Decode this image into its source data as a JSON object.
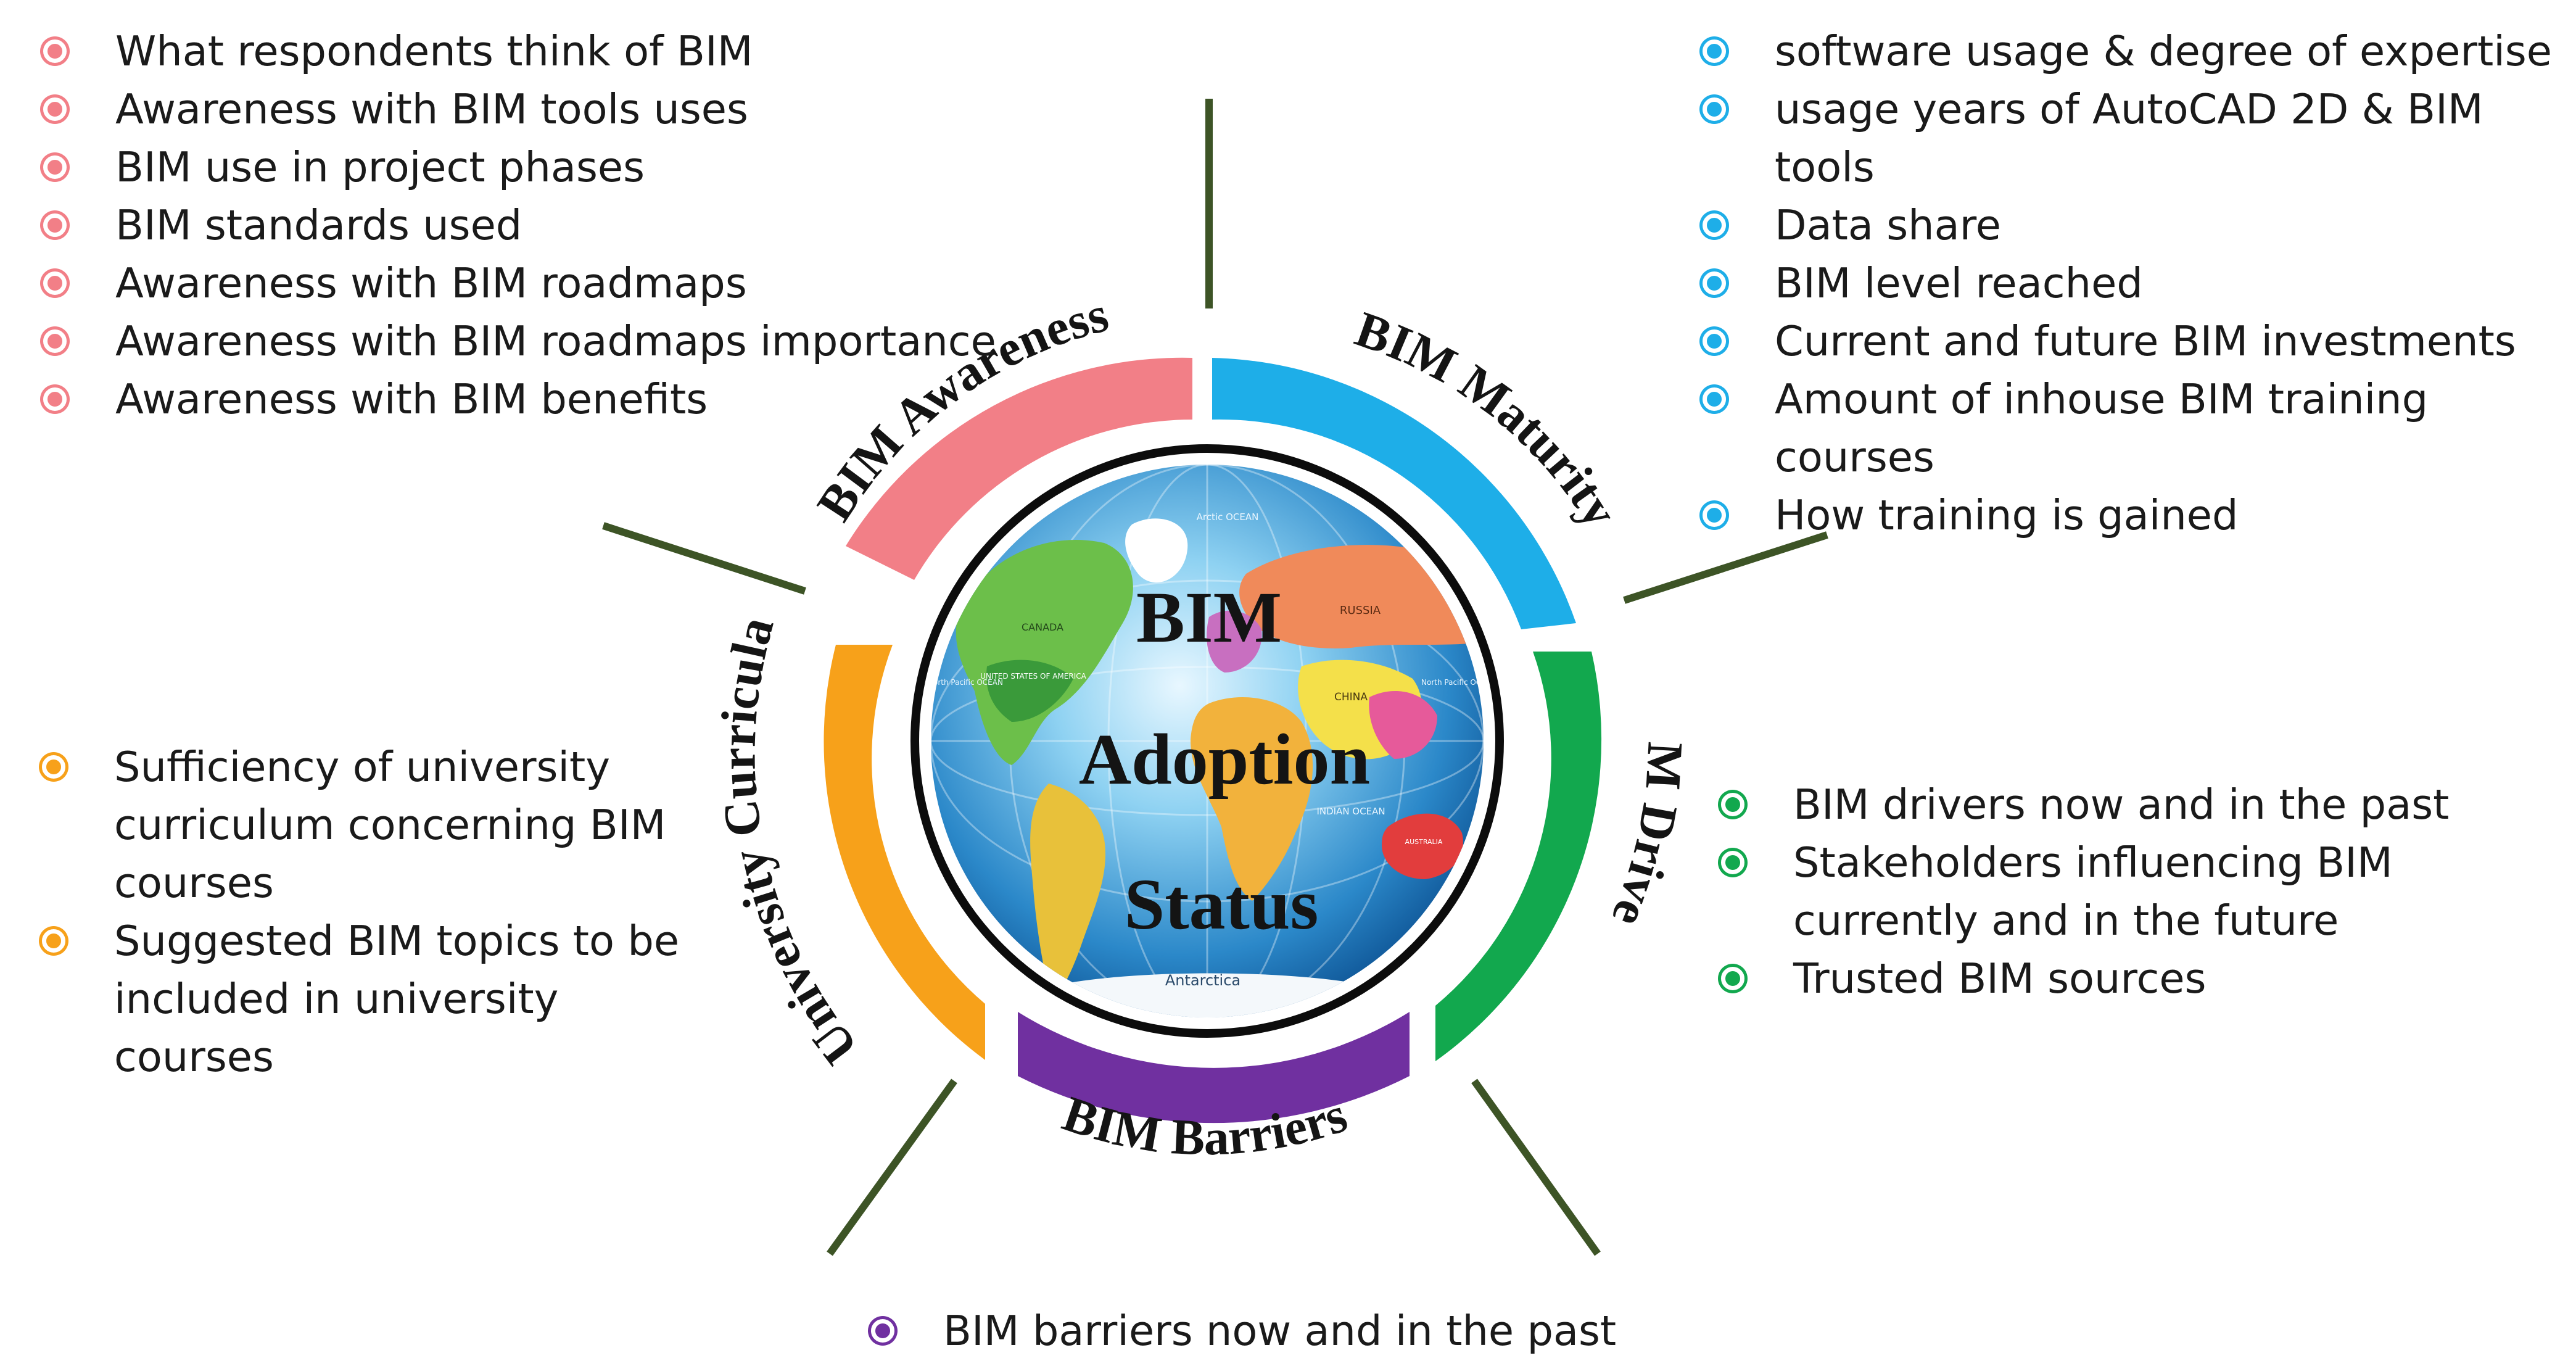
{
  "center": {
    "lines": [
      "BIM",
      "Adoption",
      "Status"
    ]
  },
  "map_labels": {
    "arctic": "Arctic OCEAN",
    "russia": "RUSSIA",
    "canada": "CANADA",
    "usa": "UNITED STATES OF AMERICA",
    "china": "CHINA",
    "indian": "INDIAN OCEAN",
    "australia": "AUSTRALIA",
    "north_pacific": "North Pacific OCEAN",
    "north_pacific_right": "North Pacific OCEAN",
    "antarctica": "Antarctica"
  },
  "colors": {
    "awareness": "#f27f87",
    "maturity": "#1eaee8",
    "drivers": "#12a84e",
    "barriers": "#7030a0",
    "curricula": "#f7a11a",
    "spoke": "#3d5426"
  },
  "segments": [
    {
      "id": "awareness",
      "title": "BIM Awareness",
      "items": [
        "What respondents think of BIM",
        "Awareness with BIM tools uses",
        "BIM use in project phases",
        "BIM standards used",
        "Awareness with BIM roadmaps",
        "Awareness with BIM roadmaps importance",
        "Awareness with BIM benefits"
      ]
    },
    {
      "id": "maturity",
      "title": "BIM Maturity",
      "items": [
        "software usage & degree of expertise",
        "usage years of AutoCAD 2D & BIM tools",
        "Data share",
        "BIM level reached",
        "Current and future BIM investments",
        "Amount of inhouse BIM training courses",
        "How training is gained"
      ]
    },
    {
      "id": "drivers",
      "title": "BIM Drivers",
      "items": [
        "BIM drivers now and in the past",
        "Stakeholders influencing BIM currently and in the future",
        "Trusted BIM sources"
      ]
    },
    {
      "id": "barriers",
      "title": "BIM Barriers",
      "items": [
        "BIM barriers now and in the past"
      ]
    },
    {
      "id": "curricula",
      "title": "University Curricula",
      "items": [
        "Sufficiency of university curriculum concerning BIM courses",
        "Suggested BIM topics to be included in university courses"
      ]
    }
  ]
}
